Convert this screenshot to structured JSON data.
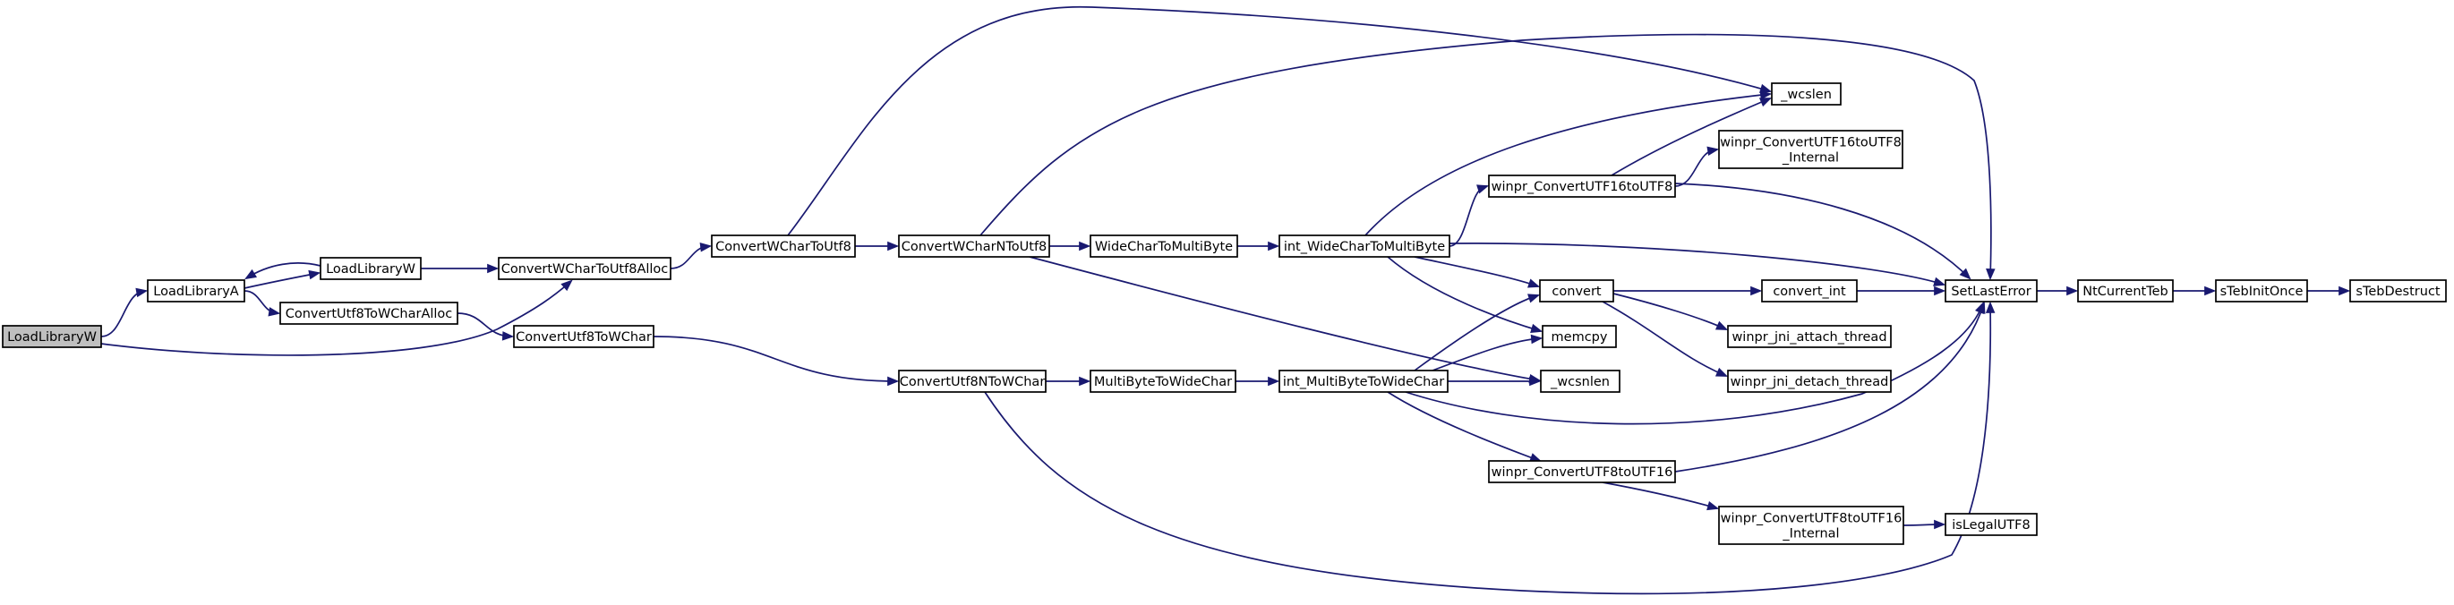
{
  "graph": {
    "nodes": [
      {
        "id": "LoadLibraryW_root",
        "label": [
          "LoadLibraryW"
        ],
        "root": true
      },
      {
        "id": "LoadLibraryA",
        "label": [
          "LoadLibraryA"
        ]
      },
      {
        "id": "LoadLibraryW",
        "label": [
          "LoadLibraryW"
        ]
      },
      {
        "id": "ConvertUtf8ToWCharAlloc",
        "label": [
          "ConvertUtf8ToWCharAlloc"
        ]
      },
      {
        "id": "ConvertWCharToUtf8Alloc",
        "label": [
          "ConvertWCharToUtf8Alloc"
        ]
      },
      {
        "id": "ConvertUtf8ToWChar",
        "label": [
          "ConvertUtf8ToWChar"
        ]
      },
      {
        "id": "ConvertWCharToUtf8",
        "label": [
          "ConvertWCharToUtf8"
        ]
      },
      {
        "id": "ConvertWCharNToUtf8",
        "label": [
          "ConvertWCharNToUtf8"
        ]
      },
      {
        "id": "ConvertUtf8NToWChar",
        "label": [
          "ConvertUtf8NToWChar"
        ]
      },
      {
        "id": "WideCharToMultiByte",
        "label": [
          "WideCharToMultiByte"
        ]
      },
      {
        "id": "MultiByteToWideChar",
        "label": [
          "MultiByteToWideChar"
        ]
      },
      {
        "id": "int_WideCharToMultiByte",
        "label": [
          "int_WideCharToMultiByte"
        ]
      },
      {
        "id": "int_MultiByteToWideChar",
        "label": [
          "int_MultiByteToWideChar"
        ]
      },
      {
        "id": "winpr_ConvertUTF16toUTF8",
        "label": [
          "winpr_ConvertUTF16toUTF8"
        ]
      },
      {
        "id": "winpr_ConvertUTF8toUTF16",
        "label": [
          "winpr_ConvertUTF8toUTF16"
        ]
      },
      {
        "id": "convert",
        "label": [
          "convert"
        ]
      },
      {
        "id": "memcpy",
        "label": [
          "memcpy"
        ]
      },
      {
        "id": "_wcsnlen",
        "label": [
          "_wcsnlen"
        ]
      },
      {
        "id": "_wcslen",
        "label": [
          "_wcslen"
        ]
      },
      {
        "id": "winpr_ConvertUTF16toUTF8_Internal",
        "label": [
          "winpr_ConvertUTF16toUTF8",
          "_Internal"
        ]
      },
      {
        "id": "convert_int",
        "label": [
          "convert_int"
        ]
      },
      {
        "id": "winpr_jni_attach_thread",
        "label": [
          "winpr_jni_attach_thread"
        ]
      },
      {
        "id": "winpr_jni_detach_thread",
        "label": [
          "winpr_jni_detach_thread"
        ]
      },
      {
        "id": "winpr_ConvertUTF8toUTF16_Internal",
        "label": [
          "winpr_ConvertUTF8toUTF16",
          "_Internal"
        ]
      },
      {
        "id": "SetLastError",
        "label": [
          "SetLastError"
        ]
      },
      {
        "id": "isLegalUTF8",
        "label": [
          "isLegalUTF8"
        ]
      },
      {
        "id": "NtCurrentTeb",
        "label": [
          "NtCurrentTeb"
        ]
      },
      {
        "id": "sTebInitOnce",
        "label": [
          "sTebInitOnce"
        ]
      },
      {
        "id": "sTebDestruct",
        "label": [
          "sTebDestruct"
        ]
      }
    ],
    "edges": [
      {
        "from": "LoadLibraryW_root",
        "to": "LoadLibraryA"
      },
      {
        "from": "LoadLibraryW_root",
        "to": "ConvertWCharToUtf8Alloc"
      },
      {
        "from": "LoadLibraryA",
        "to": "LoadLibraryW"
      },
      {
        "from": "LoadLibraryW",
        "to": "LoadLibraryA"
      },
      {
        "from": "LoadLibraryA",
        "to": "ConvertUtf8ToWCharAlloc"
      },
      {
        "from": "LoadLibraryW",
        "to": "ConvertWCharToUtf8Alloc"
      },
      {
        "from": "ConvertUtf8ToWCharAlloc",
        "to": "ConvertUtf8ToWChar"
      },
      {
        "from": "ConvertWCharToUtf8Alloc",
        "to": "ConvertWCharToUtf8"
      },
      {
        "from": "ConvertUtf8ToWChar",
        "to": "ConvertUtf8NToWChar"
      },
      {
        "from": "ConvertWCharToUtf8",
        "to": "ConvertWCharNToUtf8"
      },
      {
        "from": "ConvertWCharToUtf8",
        "to": "_wcslen"
      },
      {
        "from": "ConvertWCharNToUtf8",
        "to": "WideCharToMultiByte"
      },
      {
        "from": "ConvertWCharNToUtf8",
        "to": "SetLastError"
      },
      {
        "from": "ConvertWCharNToUtf8",
        "to": "_wcsnlen"
      },
      {
        "from": "ConvertUtf8NToWChar",
        "to": "MultiByteToWideChar"
      },
      {
        "from": "ConvertUtf8NToWChar",
        "to": "SetLastError"
      },
      {
        "from": "WideCharToMultiByte",
        "to": "int_WideCharToMultiByte"
      },
      {
        "from": "MultiByteToWideChar",
        "to": "int_MultiByteToWideChar"
      },
      {
        "from": "int_WideCharToMultiByte",
        "to": "_wcslen"
      },
      {
        "from": "int_WideCharToMultiByte",
        "to": "winpr_ConvertUTF16toUTF8"
      },
      {
        "from": "int_WideCharToMultiByte",
        "to": "SetLastError"
      },
      {
        "from": "int_WideCharToMultiByte",
        "to": "convert"
      },
      {
        "from": "int_WideCharToMultiByte",
        "to": "memcpy"
      },
      {
        "from": "int_MultiByteToWideChar",
        "to": "convert"
      },
      {
        "from": "int_MultiByteToWideChar",
        "to": "memcpy"
      },
      {
        "from": "int_MultiByteToWideChar",
        "to": "_wcsnlen"
      },
      {
        "from": "int_MultiByteToWideChar",
        "to": "SetLastError"
      },
      {
        "from": "int_MultiByteToWideChar",
        "to": "winpr_ConvertUTF8toUTF16"
      },
      {
        "from": "winpr_ConvertUTF16toUTF8",
        "to": "_wcslen"
      },
      {
        "from": "winpr_ConvertUTF16toUTF8",
        "to": "winpr_ConvertUTF16toUTF8_Internal"
      },
      {
        "from": "winpr_ConvertUTF16toUTF8",
        "to": "SetLastError"
      },
      {
        "from": "convert",
        "to": "convert_int"
      },
      {
        "from": "convert",
        "to": "winpr_jni_attach_thread"
      },
      {
        "from": "convert",
        "to": "winpr_jni_detach_thread"
      },
      {
        "from": "convert_int",
        "to": "SetLastError"
      },
      {
        "from": "winpr_ConvertUTF8toUTF16",
        "to": "SetLastError"
      },
      {
        "from": "winpr_ConvertUTF8toUTF16",
        "to": "winpr_ConvertUTF8toUTF16_Internal"
      },
      {
        "from": "winpr_ConvertUTF8toUTF16_Internal",
        "to": "isLegalUTF8"
      },
      {
        "from": "SetLastError",
        "to": "NtCurrentTeb"
      },
      {
        "from": "NtCurrentTeb",
        "to": "sTebInitOnce"
      },
      {
        "from": "sTebInitOnce",
        "to": "sTebDestruct"
      }
    ]
  }
}
